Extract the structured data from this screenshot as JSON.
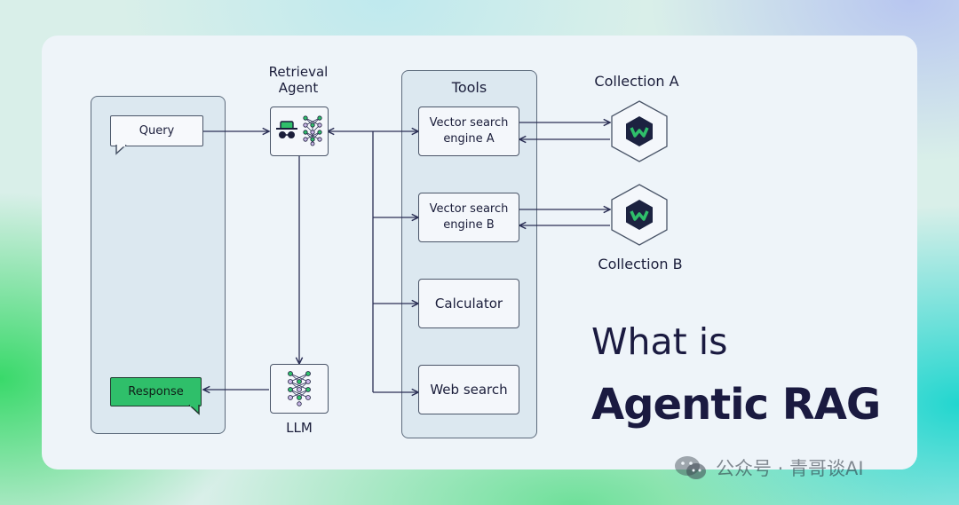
{
  "agent": {
    "label": "Retrieval\nAgent"
  },
  "query": {
    "label": "Query"
  },
  "response": {
    "label": "Response"
  },
  "llm": {
    "label": "LLM"
  },
  "tools": {
    "title": "Tools",
    "items": [
      {
        "label": "Vector search\nengine A"
      },
      {
        "label": "Vector search\nengine B"
      },
      {
        "label": "Calculator"
      },
      {
        "label": "Web search"
      }
    ]
  },
  "collections": [
    {
      "label": "Collection A"
    },
    {
      "label": "Collection B"
    }
  ],
  "heading": {
    "line1": "What is",
    "line2": "Agentic RAG"
  },
  "watermark": {
    "text": "公众号 · 青哥谈AI"
  },
  "colors": {
    "accent_green": "#2fbf6a",
    "navy": "#1a1d3a",
    "collection_hex": "#1c2240"
  }
}
